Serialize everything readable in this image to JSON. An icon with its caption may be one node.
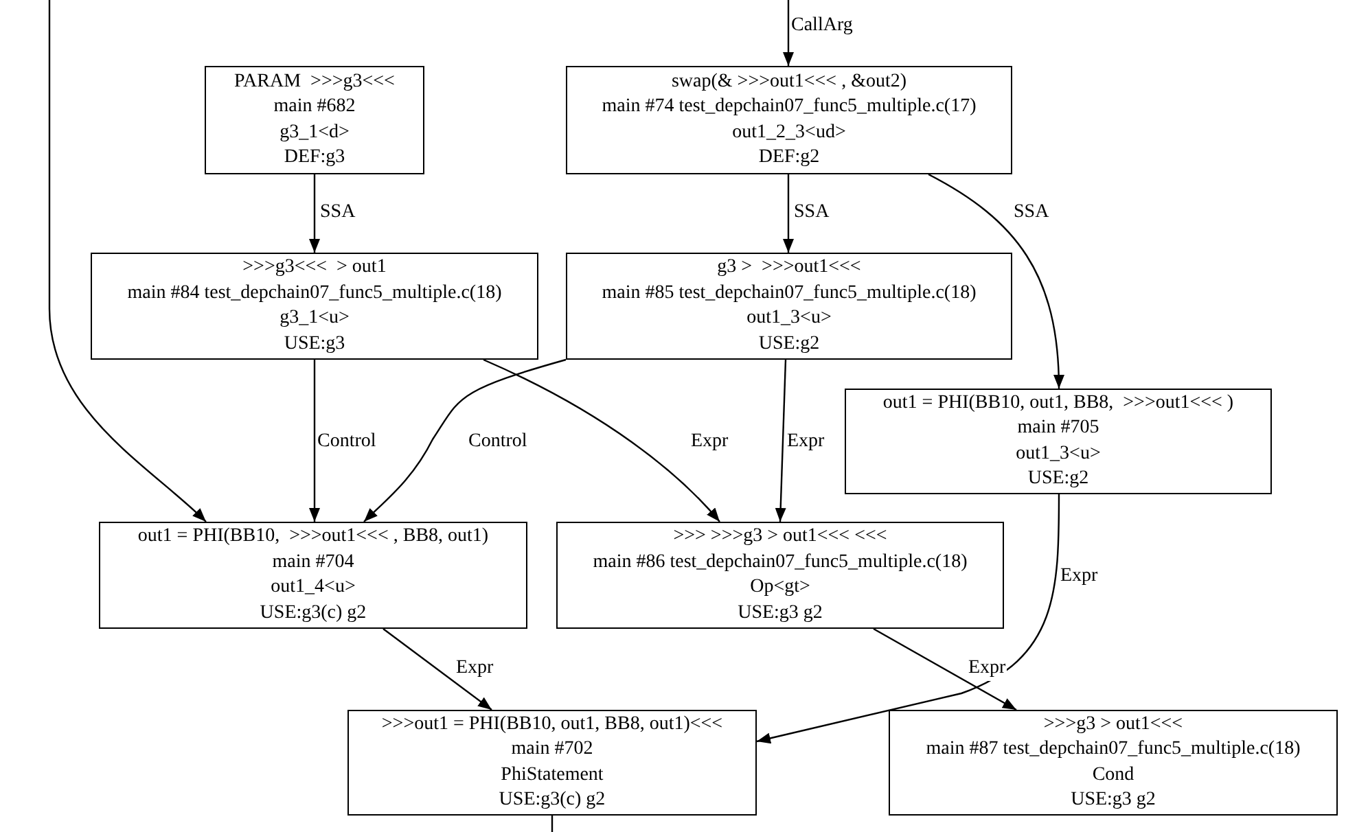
{
  "diagram": {
    "nodes": [
      {
        "text": [
          "PARAM  >>>g3<<<",
          "main #682",
          "g3_1<d>",
          "DEF:g3"
        ]
      },
      {
        "text": [
          "swap(& >>>out1<<< , &out2)",
          "main #74 test_depchain07_func5_multiple.c(17)",
          "out1_2_3<ud>",
          "DEF:g2"
        ]
      },
      {
        "text": [
          ">>>g3<<<  > out1",
          "main #84 test_depchain07_func5_multiple.c(18)",
          "g3_1<u>",
          "USE:g3"
        ]
      },
      {
        "text": [
          "g3 >  >>>out1<<<",
          "main #85 test_depchain07_func5_multiple.c(18)",
          "out1_3<u>",
          "USE:g2"
        ]
      },
      {
        "text": [
          "out1 = PHI(BB10, out1, BB8,  >>>out1<<< )",
          "main #705",
          "out1_3<u>",
          "USE:g2"
        ]
      },
      {
        "text": [
          "out1 = PHI(BB10,  >>>out1<<< , BB8, out1)",
          "main #704",
          "out1_4<u>",
          "USE:g3(c) g2"
        ]
      },
      {
        "text": [
          ">>> >>>g3 > out1<<< <<<",
          "main #86 test_depchain07_func5_multiple.c(18)",
          "Op<gt>",
          "USE:g3 g2"
        ]
      },
      {
        "text": [
          ">>>out1 = PHI(BB10, out1, BB8, out1)<<<",
          "main #702",
          "PhiStatement",
          "USE:g3(c) g2"
        ]
      },
      {
        "text": [
          ">>>g3 > out1<<<",
          "main #87 test_depchain07_func5_multiple.c(18)",
          "Cond",
          "USE:g3 g2"
        ]
      }
    ],
    "edges": [
      {
        "from": null,
        "to": 1,
        "arrow": "to",
        "label": "CallArg"
      },
      {
        "from": null,
        "to": 5,
        "arrow": "to"
      },
      {
        "from": 0,
        "to": 2,
        "arrow": "to",
        "label": "SSA"
      },
      {
        "from": 1,
        "to": 3,
        "arrow": "to",
        "label": "SSA"
      },
      {
        "from": 1,
        "to": 4,
        "arrow": "to",
        "label": "SSA"
      },
      {
        "from": 2,
        "to": 5,
        "arrow": "to",
        "label": "Control"
      },
      {
        "from": 3,
        "to": 5,
        "arrow": "to",
        "label": "Control"
      },
      {
        "from": 2,
        "to": 6,
        "arrow": "to",
        "label": "Expr"
      },
      {
        "from": 3,
        "to": 6,
        "arrow": "to",
        "label": "Expr"
      },
      {
        "from": 5,
        "to": 7,
        "arrow": "to",
        "label": "Expr"
      },
      {
        "from": 4,
        "to": 7,
        "arrow": "to",
        "label": "Expr"
      },
      {
        "from": 6,
        "to": 8,
        "arrow": "to",
        "label": "Expr"
      },
      {
        "from": 7,
        "to": null,
        "arrow": "none"
      }
    ]
  }
}
